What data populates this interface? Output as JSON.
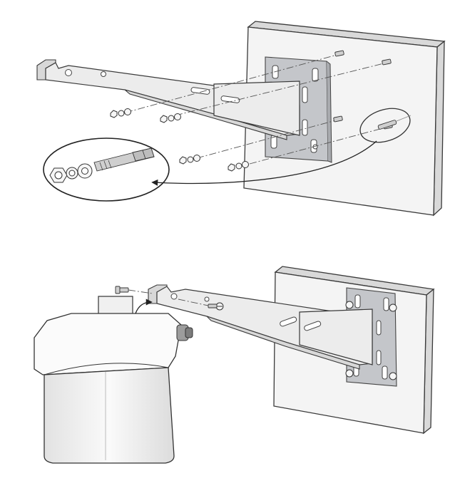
{
  "figure": {
    "steps": [
      {
        "id": "attach-bracket-to-wall"
      },
      {
        "id": "mount-ap-to-bracket"
      }
    ]
  },
  "icons": [
    "wall-panel",
    "mounting-plate",
    "mounting-arm",
    "anchor-bolt",
    "hex-nut",
    "lock-washer",
    "flat-washer",
    "screw",
    "access-point",
    "magnifier-callout",
    "curved-arrow"
  ],
  "colors": {
    "line": "#3a3a3a",
    "plate": "#c4c6ca",
    "wall": "#f4f4f4",
    "background": "#ffffff"
  }
}
